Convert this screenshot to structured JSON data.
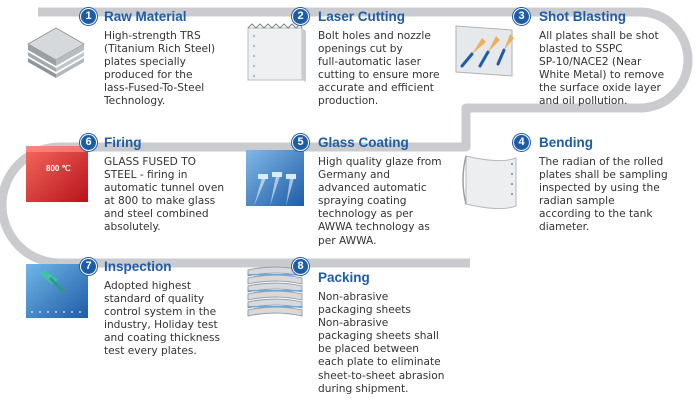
{
  "steps": [
    {
      "number": "1",
      "title": "Raw Material",
      "desc": [
        "High-strength TRS",
        "(Titanium Rich Steel)",
        "plates specially",
        "produced for the",
        "lass-Fused-To-Steel",
        "Technology."
      ]
    },
    {
      "number": "2",
      "title": "Laser Cutting",
      "desc": [
        "Bolt holes and nozzle",
        "openings cut by",
        "full-automatic laser",
        "cutting to ensure more",
        "accurate and efficient",
        "production."
      ]
    },
    {
      "number": "3",
      "title": "Shot Blasting",
      "desc": [
        "All plates shall be shot",
        "blasted to SSPC",
        "SP-10/NACE2 (Near",
        "White Metal) to remove",
        "the surface oxide layer",
        "and oil pollution."
      ]
    },
    {
      "number": "4",
      "title": "Bending",
      "desc": [
        "The radian of the rolled",
        "plates shall be sampling",
        "inspected by using the",
        "radian sample",
        "according to the tank",
        "diameter."
      ]
    },
    {
      "number": "5",
      "title": "Glass Coating",
      "desc": [
        "High quality glaze from",
        "Germany and",
        "advanced automatic",
        "spraying coating",
        "technology as per",
        "AWWA technology as",
        "per AWWA."
      ]
    },
    {
      "number": "6",
      "title": "Firing",
      "desc": [
        "GLASS FUSED TO",
        "STEEL - firing in",
        "automatic tunnel oven",
        "at 800 to make glass",
        "and steel combined",
        "absolutely."
      ],
      "illustration_label": "800 ℃"
    },
    {
      "number": "7",
      "title": "Inspection",
      "desc": [
        "Adopted highest",
        "standard of quality",
        "control system in the",
        "industry, Holiday test",
        "and coating thickness",
        "test every plates."
      ]
    },
    {
      "number": "8",
      "title": "Packing",
      "desc": [
        "Non-abrasive",
        "packaging sheets",
        "Non-abrasive",
        "packaging sheets shall",
        "be placed between",
        "each plate to eliminate",
        "sheet-to-sheet abrasion",
        "during shipment."
      ]
    }
  ],
  "colors": {
    "accent": "#1f5ca6",
    "flow_path": "#c9cbce",
    "text": "#333333",
    "firing_red": "#e0262c",
    "coating_blue": "#2f86cc"
  },
  "icons": [
    "steel-plates-stack-icon",
    "laser-cut-plate-icon",
    "shot-blast-nozzles-icon",
    "rolled-plate-icon",
    "spray-coating-icon",
    "firing-oven-icon",
    "inspection-probe-icon",
    "packed-plates-icon"
  ]
}
